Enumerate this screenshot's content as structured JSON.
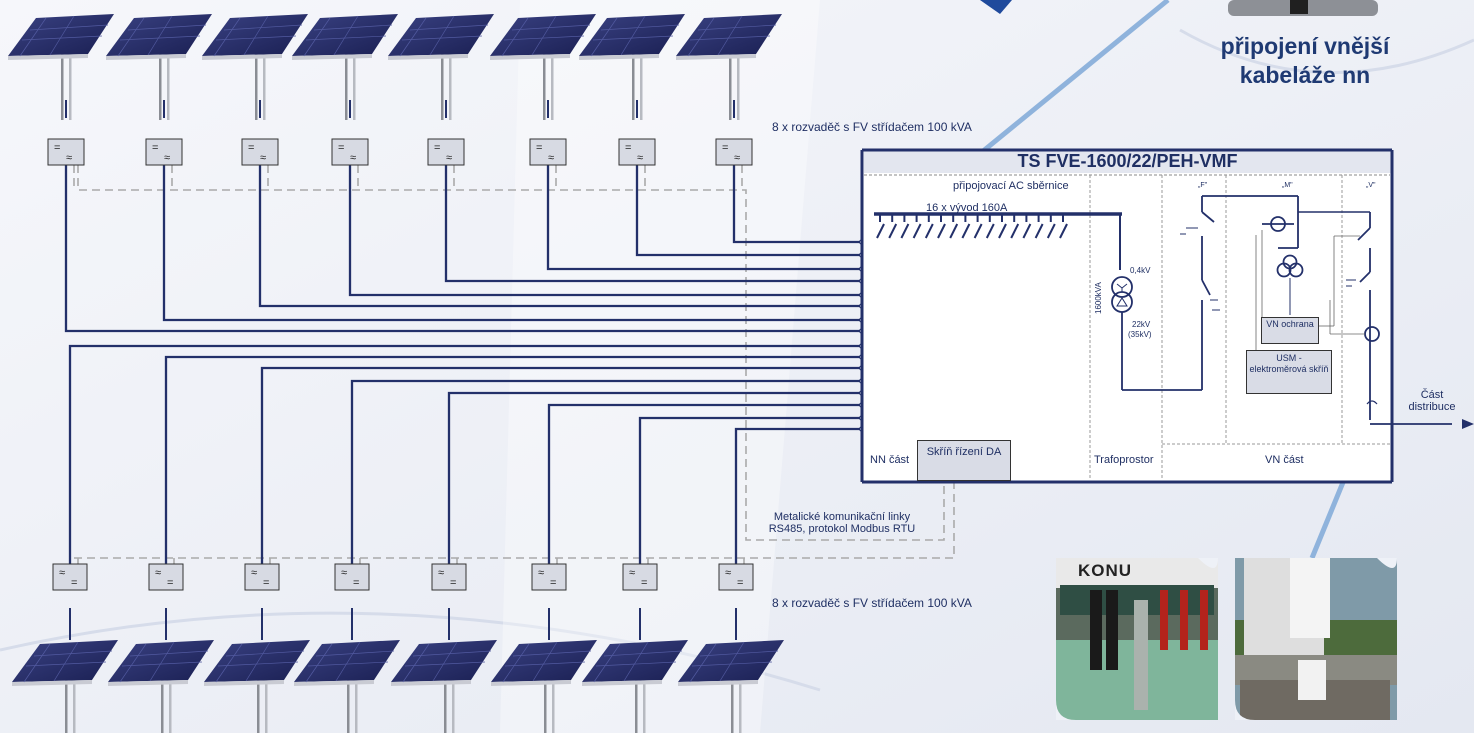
{
  "headline": {
    "line1": "připojení vnější",
    "line2": "kabeláže nn"
  },
  "top_label": "8 x rozvaděč s FV střídačem 100 kVA",
  "bottom_label": "8 x rozvaděč s FV střídačem 100 kVA",
  "inverter_top_symbol_dc": "=",
  "inverter_top_symbol_ac": "≈",
  "ts": {
    "title": "TS FVE-1600/22/PEH-VMF",
    "ac_busbar": "připojovací AC sběrnice",
    "outputs": "16 x vývod 160A",
    "nn_part": "NN část",
    "control_cabinet": "Skříň řízení DA",
    "transformer_room": "Trafoprostor",
    "vn_part": "VN část",
    "transformer_power": "1600kVA",
    "lv_voltage": "0,4kV",
    "hv_voltage_1": "22kV",
    "hv_voltage_2": "(35kV)",
    "label_f": "„F\"",
    "label_m": "„M\"",
    "label_v": "„V\"",
    "vn_protection": "VN ochrana",
    "usm": "USM - elektroměrová skříň"
  },
  "distribution": {
    "line1": "Část",
    "line2": "distribuce"
  },
  "comm": {
    "line1": "Metalické komunikační linky",
    "line2": "RS485, protokol Modbus RTU"
  },
  "photo_text": "KONU",
  "colors": {
    "cable": "#23306a",
    "frame": "#23306a",
    "dashed": "#aaaaaa",
    "accent_blue": "#8fb3dc",
    "panel": "#2b3170"
  }
}
